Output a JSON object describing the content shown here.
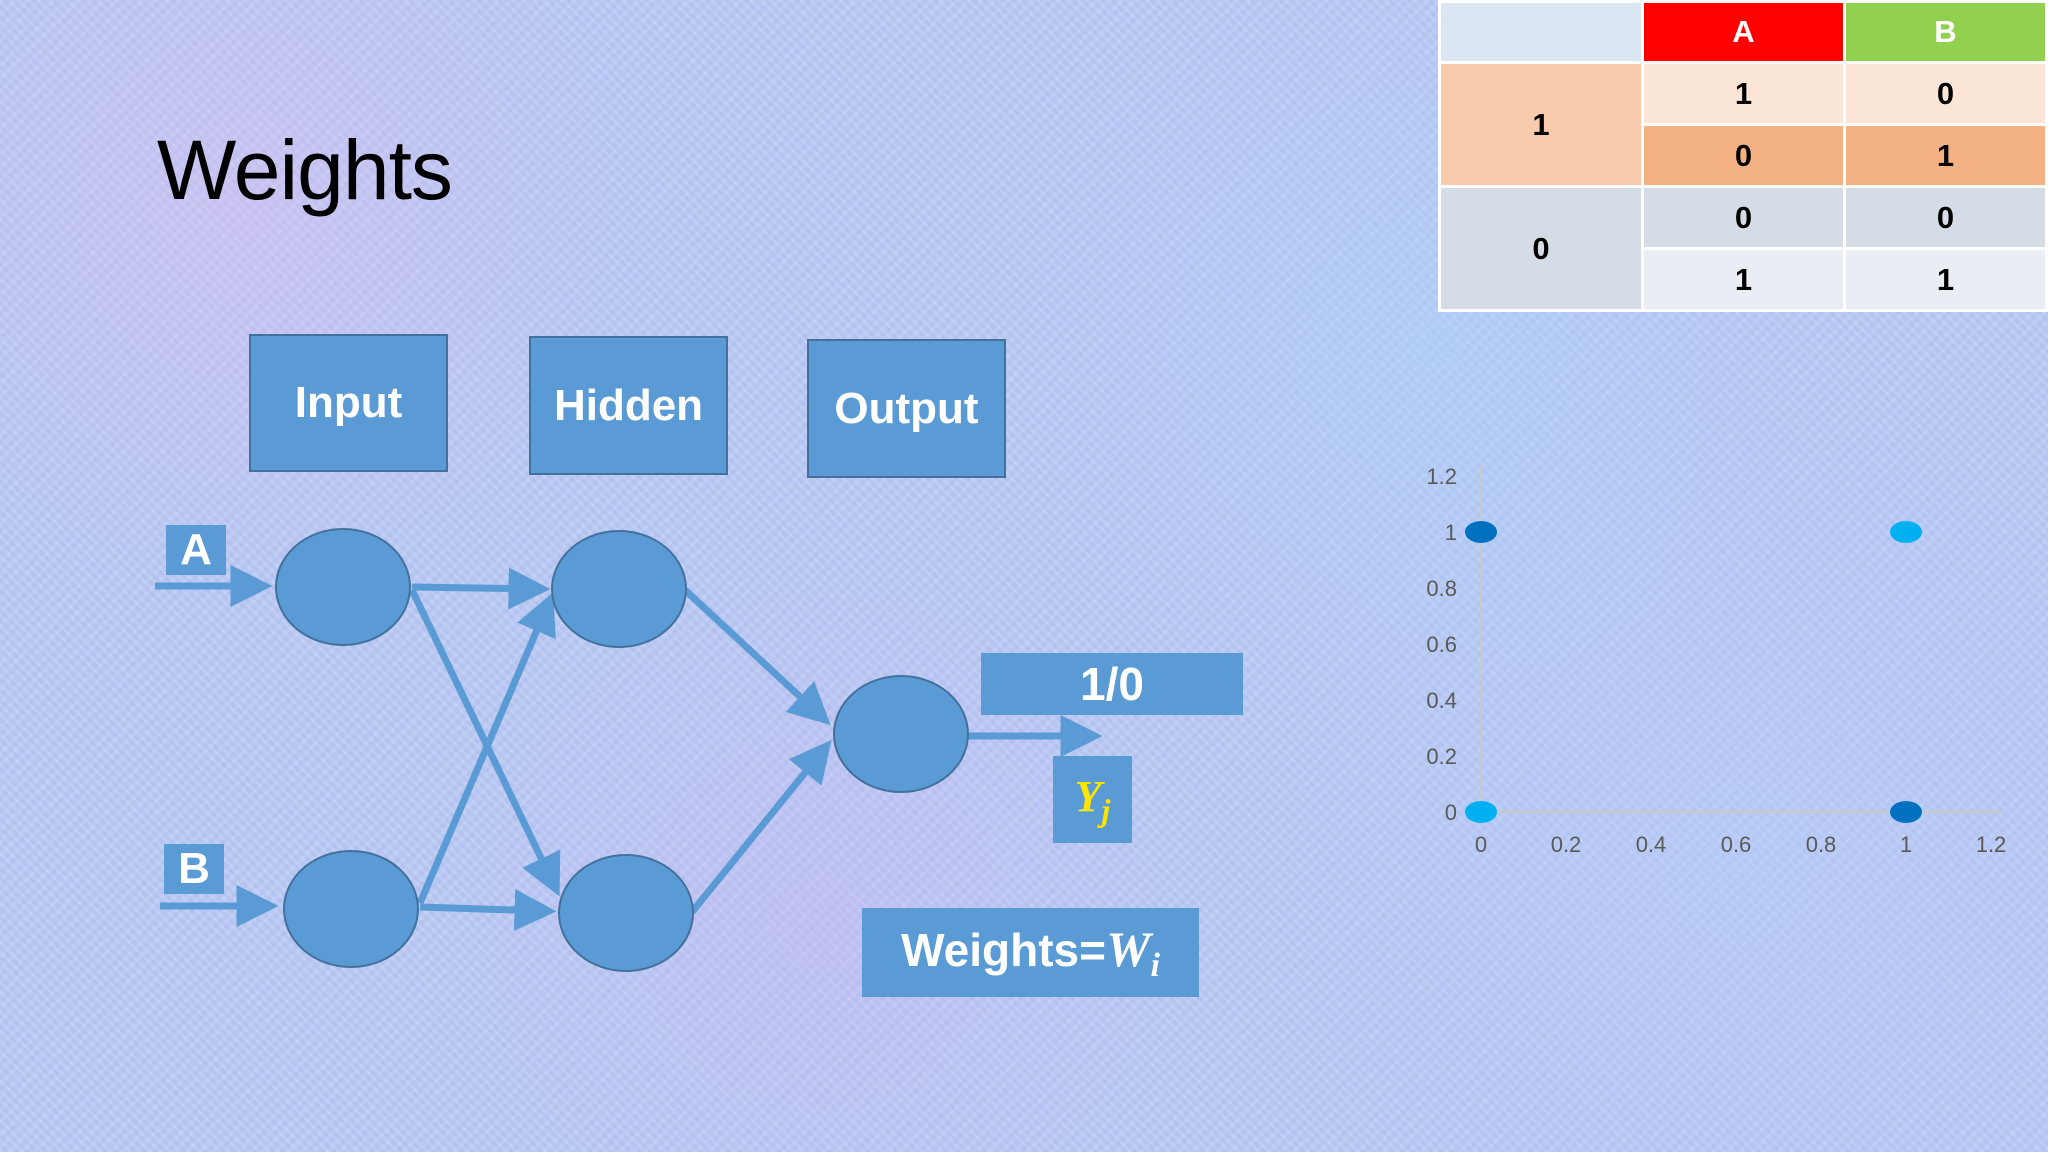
{
  "slide": {
    "title": "Weights"
  },
  "diagram": {
    "layers": {
      "input": "Input",
      "hidden": "Hidden",
      "output": "Output"
    },
    "inputs": [
      "A",
      "B"
    ],
    "output_value": "1/0",
    "output_symbol": "Y",
    "output_subscript": "j",
    "weights_label": "Weights=",
    "weights_symbol": "W",
    "weights_subscript": "i",
    "colors": {
      "node": "#5b9bd5",
      "arrow": "#5b9bd5",
      "output_symbol": "#ffe600"
    }
  },
  "truth_table": {
    "headers": [
      "",
      "A",
      "B"
    ],
    "header_colors": {
      "A": "#ff0000",
      "B": "#92d050"
    },
    "groups": [
      {
        "label": "1",
        "rows": [
          [
            "1",
            "0"
          ],
          [
            "0",
            "1"
          ]
        ]
      },
      {
        "label": "0",
        "rows": [
          [
            "0",
            "0"
          ],
          [
            "1",
            "1"
          ]
        ]
      }
    ]
  },
  "chart_data": {
    "type": "scatter",
    "x_ticks": [
      "0",
      "0.2",
      "0.4",
      "0.6",
      "0.8",
      "1",
      "1.2"
    ],
    "y_ticks": [
      "0",
      "0.2",
      "0.4",
      "0.6",
      "0.8",
      "1",
      "1.2"
    ],
    "xlim": [
      0,
      1.2
    ],
    "ylim": [
      0,
      1.2
    ],
    "grid": false,
    "series": [
      {
        "color": "#0070c0",
        "points": [
          [
            0,
            1
          ],
          [
            1,
            0
          ]
        ]
      },
      {
        "color": "#00b0f0",
        "points": [
          [
            1,
            1
          ],
          [
            0,
            0
          ]
        ]
      }
    ]
  }
}
